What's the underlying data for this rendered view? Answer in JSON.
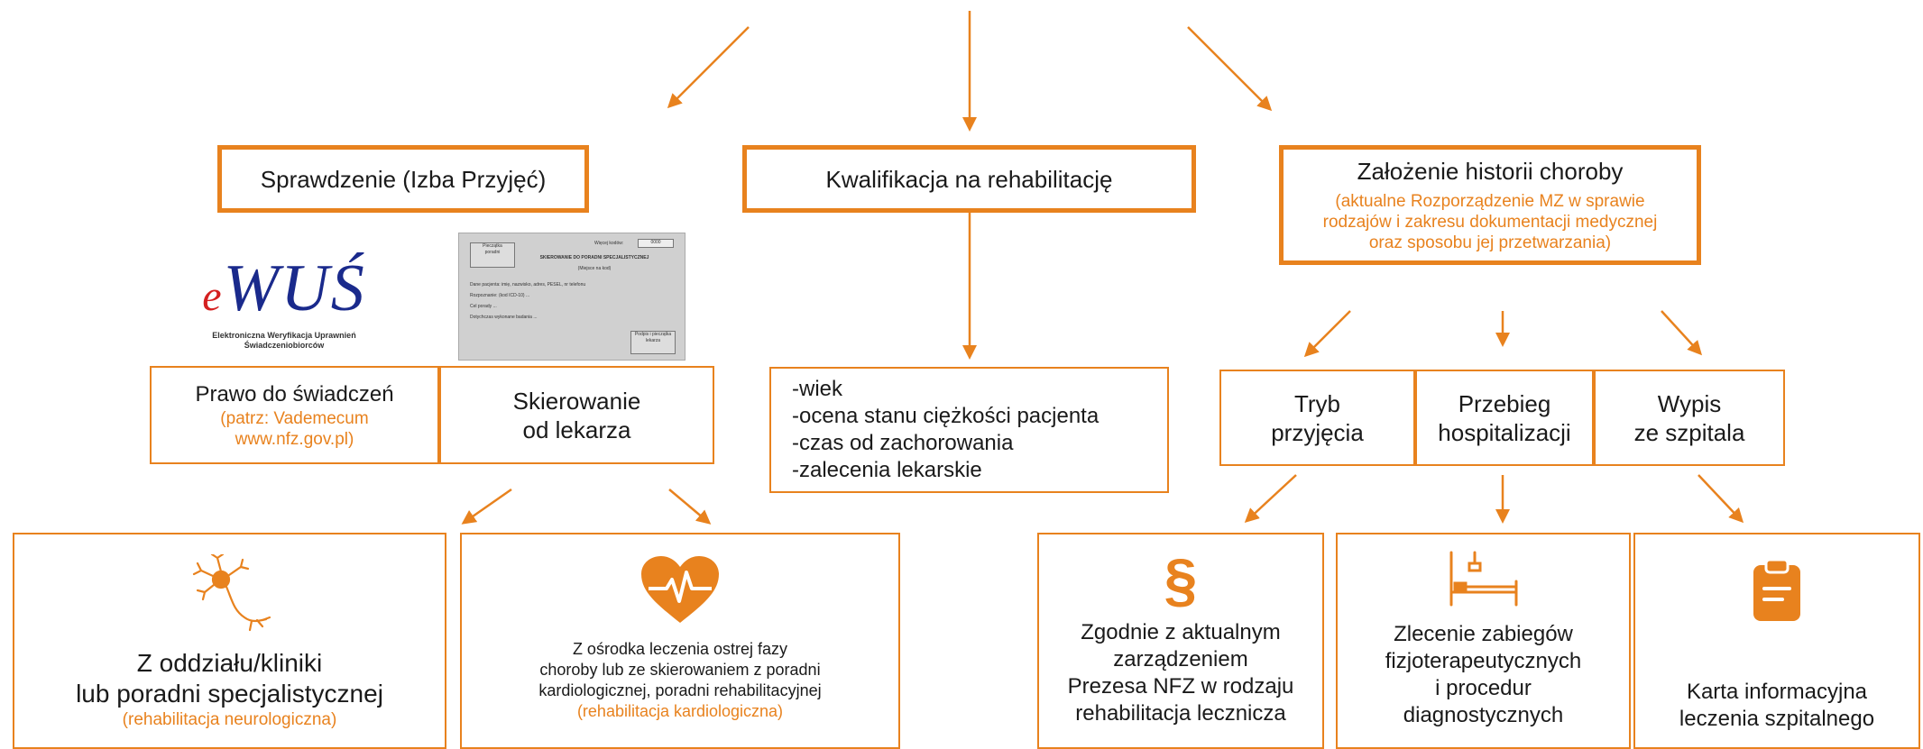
{
  "colors": {
    "accent": "#e8821e",
    "text": "#1a1a1a"
  },
  "level1": {
    "sprawdzenie": "Sprawdzenie (Izba Przyjęć)",
    "kwalifikacja": "Kwalifikacja na rehabilitację",
    "historia": {
      "title": "Założenie historii choroby",
      "note": "(aktualne Rozporządzenie MZ w sprawie\nrodzajów i zakresu dokumentacji medycznej\noraz sposobu jej przetwarzania)"
    }
  },
  "ewus": {
    "logo_text": "eWUŚ",
    "caption": "Elektroniczna Weryfikacja Uprawnień\nŚwiadczeniobiorców"
  },
  "form_thumb": {
    "stamp": "Pieczątka\nporadni",
    "code_label": "Więcej kodów:",
    "code_value": "0000",
    "title": "SKIEROWANIE DO PORADNI SPECJALISTYCZNEJ",
    "sub": "(Miejsce na kod)",
    "lines": [
      "Dane pacjenta: imię, nazwisko, adres, PESEL, nr telefonu",
      "Rozpoznanie: (kod ICD-10) ...",
      "Cel porady ...",
      "Dotychczas wykonane badania ..."
    ],
    "sign": "Podpis i pieczątka\nlekarza"
  },
  "level2": {
    "prawo": {
      "title": "Prawo do świadczeń",
      "note": "(patrz: Vademecum\nwww.nfz.gov.pl)"
    },
    "skierowanie": "Skierowanie\nod lekarza",
    "kryteria": [
      "-wiek",
      "-ocena stanu ciężkości pacjenta",
      "-czas od zachorowania",
      "-zalecenia lekarskie"
    ],
    "tryb": "Tryb\nprzyjęcia",
    "przebieg": "Przebieg\nhospitalizacji",
    "wypis": "Wypis\nze szpitala"
  },
  "level3": {
    "neuro": {
      "title": "Z oddziału/kliniki\nlub poradni specjalistycznej",
      "note": "(rehabilitacja neurologiczna)",
      "icon": "neuron-icon"
    },
    "kardio": {
      "title": "Z ośrodka leczenia ostrej fazy\nchoroby lub ze skierowaniem z poradni\nkardiologicznej, poradni rehabilitacyjnej",
      "note": "(rehabilitacja kardiologiczna)",
      "icon": "heart-pulse-icon"
    },
    "nfz": {
      "symbol": "§",
      "title": "Zgodnie z aktualnym\nzarządzeniem\nPrezesa NFZ w rodzaju\nrehabilitacja lecznicza",
      "icon": "paragraph-icon"
    },
    "zlecenie": {
      "title": "Zlecenie zabiegów\nfizjoterapeutycznych\ni procedur\ndiagnostycznych",
      "icon": "hospital-bed-icon"
    },
    "karta": {
      "title": "Karta informacyjna\nleczenia szpitalnego",
      "icon": "clipboard-icon"
    }
  }
}
